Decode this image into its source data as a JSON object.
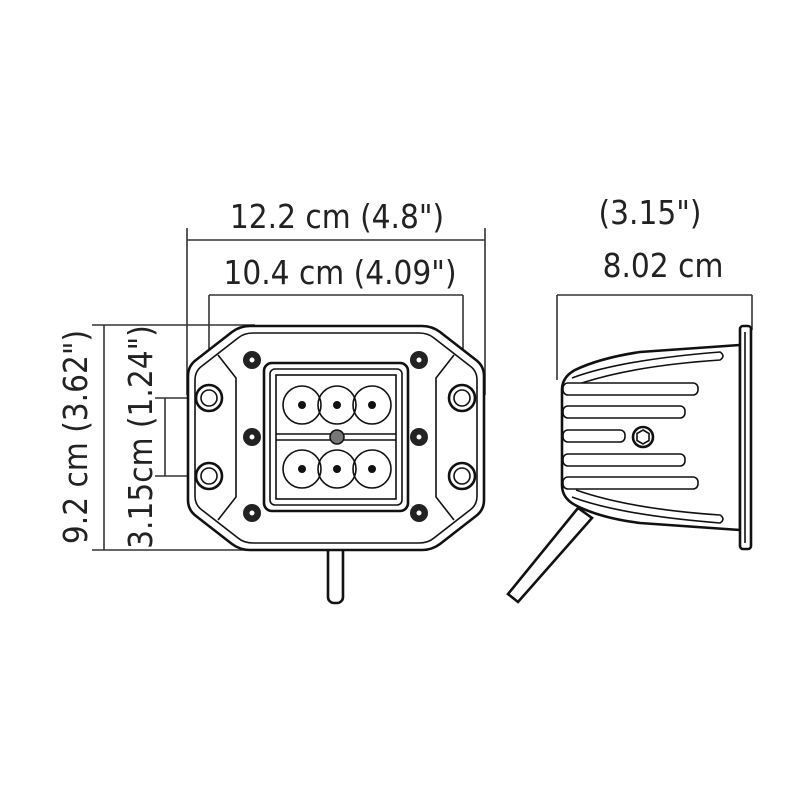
{
  "front_view": {
    "width_outer": "12.2 cm (4.8\")",
    "width_holes": "10.4 cm (4.09\")",
    "height_outer": "9.2 cm (3.62\")",
    "height_holes": "3.15cm (1.24\")"
  },
  "side_view": {
    "depth_inches": "(3.15\")",
    "depth_cm": "8.02 cm"
  },
  "colors": {
    "line": "#111111",
    "background": "#ffffff"
  }
}
